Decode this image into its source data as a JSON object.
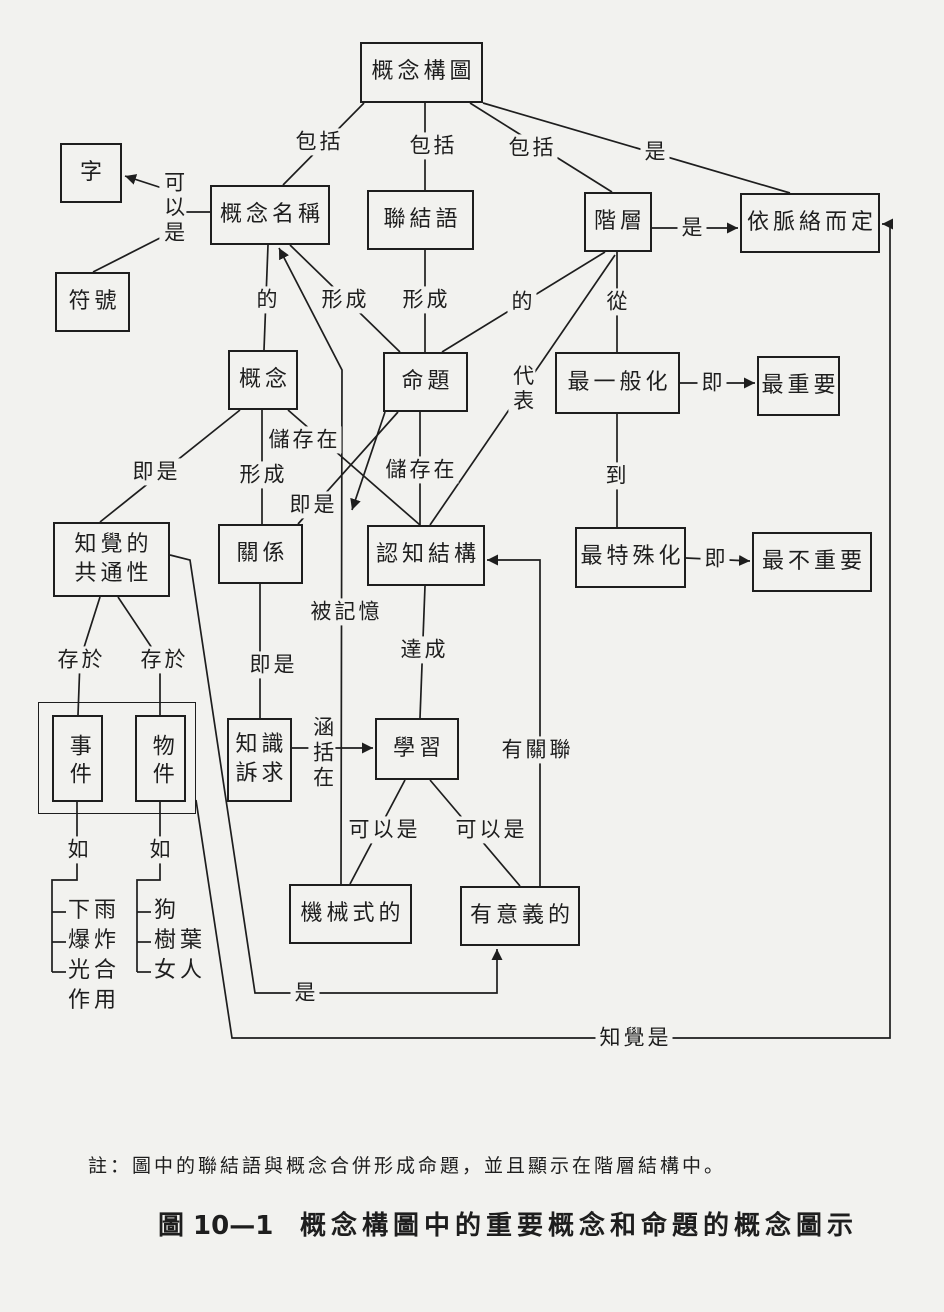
{
  "nodes": {
    "concept_map": "概念構圖",
    "character": "字",
    "concept_name": "概念名稱",
    "linking_words": "聯結語",
    "hierarchy": "階層",
    "context_dependent": "依脈絡而定",
    "symbol": "符號",
    "concept": "概念",
    "proposition": "命題",
    "most_general": "最一般化",
    "most_important": "最重要",
    "perceived_regularity": [
      "知覺的",
      "共通性"
    ],
    "relationship": "關係",
    "cognitive_structure": "認知結構",
    "most_specific": "最特殊化",
    "least_important": "最不重要",
    "event": "事件",
    "object": "物件",
    "knowledge_claim": [
      "知識",
      "訴求"
    ],
    "learning": "學習",
    "rote": "機械式的",
    "meaningful": "有意義的"
  },
  "links": {
    "includes_1": "包括",
    "includes_2": "包括",
    "includes_3": "包括",
    "is_context": "是",
    "can_be_1": "可以是",
    "is_arrow": "是",
    "of_1": "的",
    "forms_1": "形成",
    "forms_2": "形成",
    "of_2": "的",
    "from": "從",
    "represents": "代表",
    "that_is_1": "即",
    "that_is_2": "即是",
    "stored_in_1": "儲存在",
    "forms_3": "形成",
    "that_is_3": "即是",
    "stored_in_2": "儲存在",
    "to": "到",
    "that_is_4": "即",
    "memorized": "被記憶",
    "achieves": "達成",
    "exists_in_1": "存於",
    "exists_in_2": "存於",
    "that_is_5": "即是",
    "included_in": "涵括在",
    "related_to": "有關聯",
    "can_be_2": "可以是",
    "can_be_3": "可以是",
    "such_as_1": "如",
    "such_as_2": "如",
    "is_meaningful": "是",
    "perception_is": "知覺是"
  },
  "examples": {
    "events": [
      "下雨",
      "爆炸",
      "光合作用"
    ],
    "objects": [
      "狗",
      "樹葉",
      "女人"
    ]
  },
  "note": "註：圖中的聯結語與概念合併形成命題，並且顯示在階層結構中。",
  "caption": {
    "number": "圖 10—1",
    "title": "概念構圖中的重要概念和命題的概念圖示"
  }
}
